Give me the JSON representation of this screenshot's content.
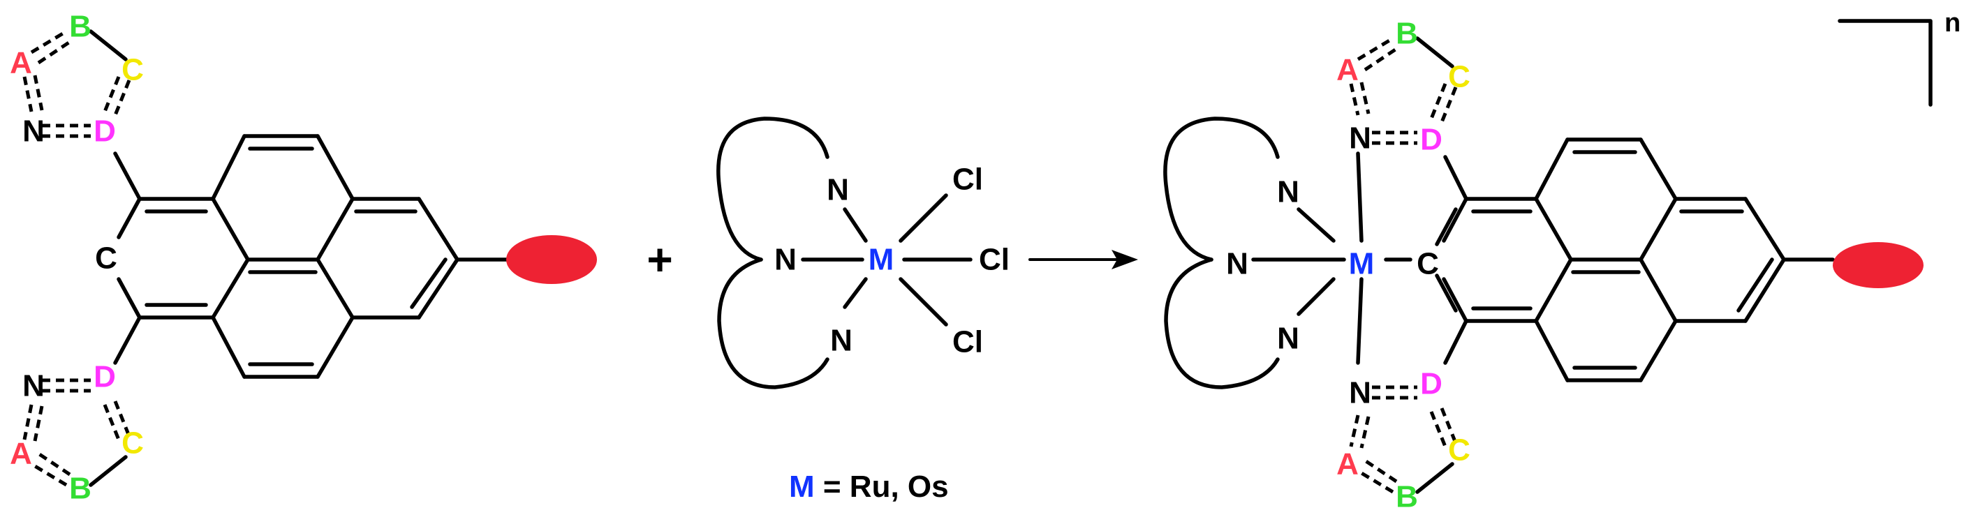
{
  "colors": {
    "A": "#ff3b4e",
    "B": "#33dd33",
    "C": "#f2e800",
    "D": "#ff33ff",
    "M": "#1133ff",
    "ellipse": "#ee2233",
    "default": "#000000"
  },
  "ring_labels": {
    "A": "A",
    "B": "B",
    "C": "C",
    "D": "D",
    "N": "N"
  },
  "ligand": {
    "C": "C",
    "N": "N",
    "Cl": "Cl",
    "M": "M"
  },
  "operators": {
    "plus": "+"
  },
  "footnote": {
    "symbol": "M",
    "text": " = Ru, Os"
  },
  "polymer": {
    "n": "n"
  }
}
